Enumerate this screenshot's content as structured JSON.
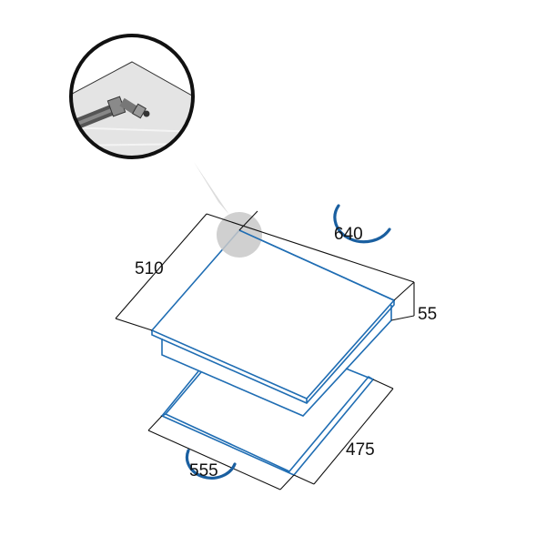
{
  "dimensions": {
    "width": "640",
    "depth": "510",
    "height": "55",
    "cutout_width": "555",
    "cutout_depth": "475"
  },
  "colors": {
    "outline": "#1f6db3",
    "badge": "#1a5fa0",
    "highlight": "#c8c8c8"
  },
  "icons": {
    "detail": "gas-connector-detail-icon"
  }
}
